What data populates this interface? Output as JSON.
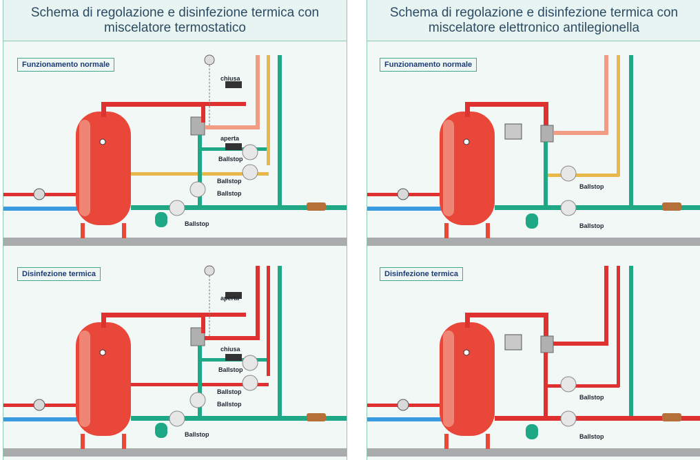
{
  "colors": {
    "hot": "#e03131",
    "warm": "#f29c86",
    "mixed": "#e8b84a",
    "cold": "#3a9be0",
    "recirc": "#1fa886",
    "tank": "#e8473a",
    "floor": "#a9abad",
    "accent": "#3ea98c"
  },
  "left": {
    "title_line1": "Schema di regolazione e disinfezione termica con",
    "title_line2": "miscelatore termostatico",
    "top": {
      "mode": "Funzionamento normale",
      "valve_state_top": "chiusa",
      "valve_state_mid": "aperta",
      "ballstop_labels": [
        "Ballstop",
        "Ballstop",
        "Ballstop",
        "Ballstop"
      ]
    },
    "bottom": {
      "mode": "Disinfezione termica",
      "valve_state_top": "aperta",
      "valve_state_mid": "chiusa",
      "ballstop_labels": [
        "Ballstop",
        "Ballstop",
        "Ballstop",
        "Ballstop"
      ]
    }
  },
  "right": {
    "title_line1": "Schema di regolazione e disinfezione termica con",
    "title_line2": "miscelatore elettronico antilegionella",
    "top": {
      "mode": "Funzionamento normale",
      "ballstop_labels": [
        "Ballstop",
        "Ballstop"
      ]
    },
    "bottom": {
      "mode": "Disinfezione termica",
      "ballstop_labels": [
        "Ballstop",
        "Ballstop"
      ]
    }
  }
}
